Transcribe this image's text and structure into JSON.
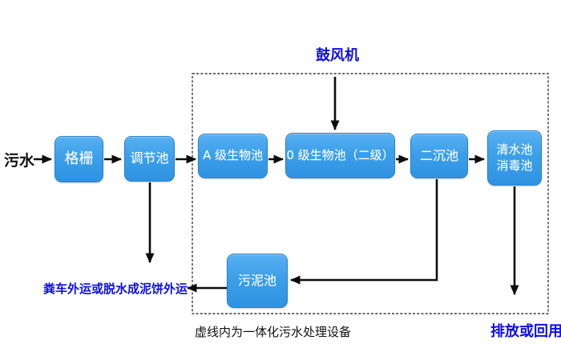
{
  "diagram_title": "integrated-wastewater-treatment-process-flow",
  "colors": {
    "box_fill": "#3D9FE9",
    "box_fill_dark": "#2F93E3",
    "box_border": "#2B80C9",
    "arrow": "#0D0D0D",
    "accent_text_blue": "#0D0DE8",
    "body_text": "#111111"
  },
  "nodes": {
    "influent_label": "污水",
    "blower_label": "鼓风机",
    "grid": "格栅",
    "regulating_tank": "调节池",
    "a_bio_tank": "A 级生物池",
    "o_bio_tank": "0 级生物池（二级）",
    "secondary_clarifier": "二沉池",
    "clear_water_line1": "清水池",
    "clear_water_line2": "消毒池",
    "sludge_tank": "污泥池"
  },
  "annotations": {
    "sludge_disposal": "粪车外运或脱水成泥饼外运",
    "boundary_caption": "虚线内为一体化污水处理设备",
    "discharge": "排放或回用"
  },
  "edges": [
    {
      "from": "污水",
      "to": "格栅"
    },
    {
      "from": "格栅",
      "to": "调节池"
    },
    {
      "from": "调节池",
      "to": "A 级生物池"
    },
    {
      "from": "A 级生物池",
      "to": "0 级生物池（二级）"
    },
    {
      "from": "0 级生物池（二级）",
      "to": "二沉池"
    },
    {
      "from": "二沉池",
      "to": "清水池/消毒池"
    },
    {
      "from": "鼓风机",
      "to": "0 级生物池（二级）"
    },
    {
      "from": "调节池",
      "to": "粪车外运或脱水成泥饼外运"
    },
    {
      "from": "二沉池",
      "to": "污泥池"
    },
    {
      "from": "污泥池",
      "to": "粪车外运或脱水成泥饼外运"
    },
    {
      "from": "清水池/消毒池",
      "to": "排放或回用"
    }
  ]
}
